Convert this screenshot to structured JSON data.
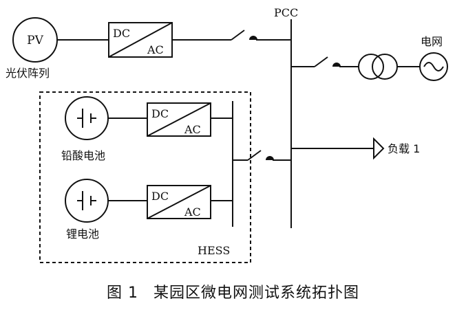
{
  "diagram": {
    "pv": {
      "symbol": "PV",
      "label": "光伏阵列"
    },
    "converters": {
      "dc": "DC",
      "ac": "AC"
    },
    "pcc": "PCC",
    "grid": "电网",
    "load": "负载 1",
    "hess": {
      "title": "HESS",
      "lead_acid": "铅酸电池",
      "lithium": "锂电池"
    }
  },
  "caption": {
    "number": "图 1",
    "title": "某园区微电网测试系统拓扑图"
  }
}
